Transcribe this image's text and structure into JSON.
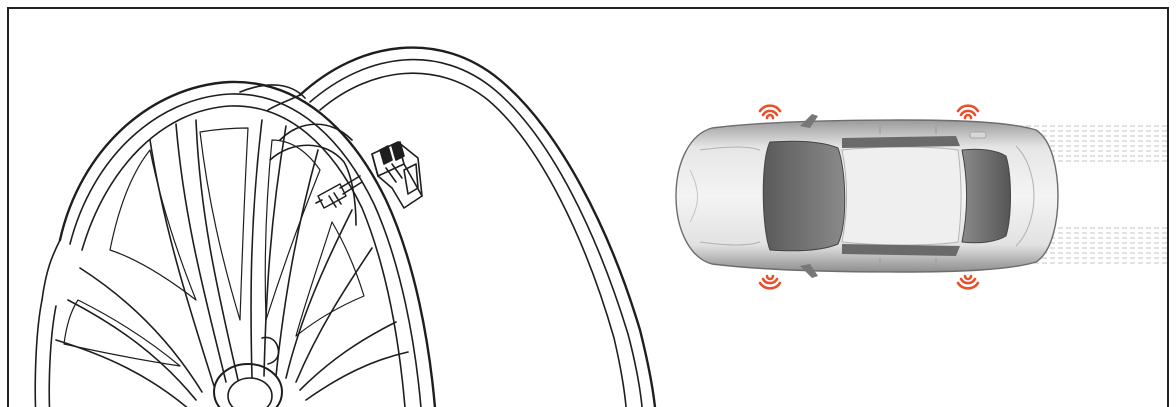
{
  "figure": {
    "panels": [
      {
        "id": "wheel",
        "icon": "wheel-with-tpms-sensor-icon"
      },
      {
        "id": "car",
        "icon": "car-top-view-icon"
      }
    ],
    "signal_color": "#e8502a",
    "sensor_signals": [
      "front-left",
      "front-right",
      "rear-left",
      "rear-right"
    ]
  }
}
